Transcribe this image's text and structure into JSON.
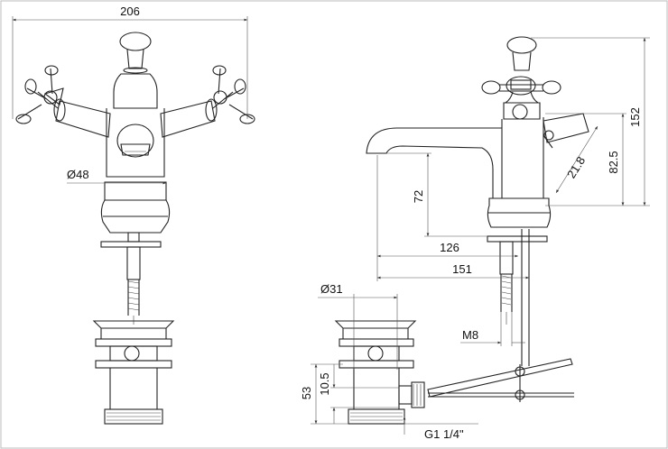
{
  "drawing": {
    "front_view": {
      "overall_width": "206",
      "body_diameter": "Ø48"
    },
    "side_view": {
      "total_height": "152",
      "lever_height": "82.5",
      "lever_offset": "21.8",
      "spout_height": "72",
      "spout_reach": "126",
      "total_depth": "151",
      "thread": "M8"
    },
    "waste_view": {
      "flange_diameter": "Ø31",
      "overall_height": "53",
      "body_height": "10.5",
      "connection_thread": "G1 1/4\""
    }
  }
}
